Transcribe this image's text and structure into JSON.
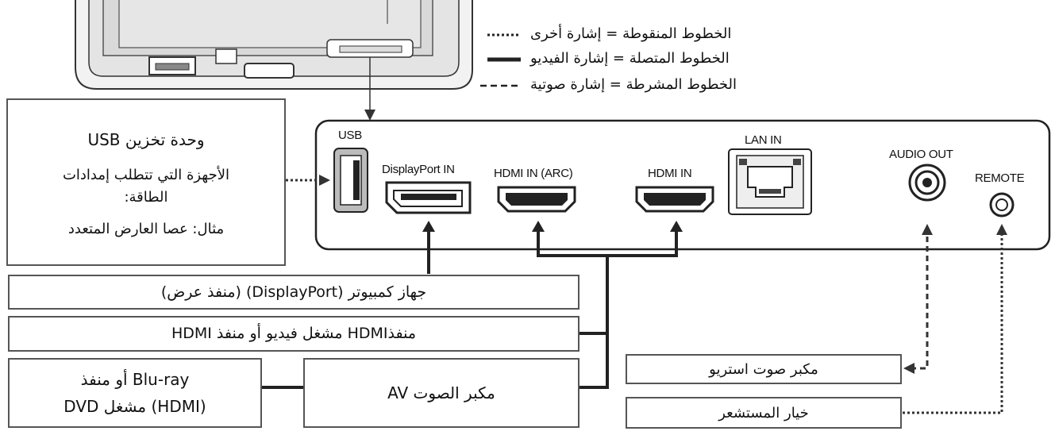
{
  "legend": {
    "dotted": "الخطوط المنقوطة = إشارة أخرى",
    "solid": "الخطوط المتصلة = إشارة الفيديو",
    "dashed": "الخطوط المشرطة = إشارة صوتية"
  },
  "ports": {
    "usb": "USB",
    "displayport": "DisplayPort IN",
    "hdmi_arc": "HDMI IN (ARC)",
    "hdmi": "HDMI IN",
    "lan": "LAN IN",
    "audio_out": "AUDIO OUT",
    "remote": "REMOTE"
  },
  "usb_box": {
    "title": "وحدة تخزين USB",
    "line2": "الأجهزة التي تتطلب إمدادات",
    "line3": "الطاقة:",
    "line4": "مثال: عصا العارض المتعدد"
  },
  "devices": {
    "computer": "جهاز كمبيوتر (DisplayPort) (منفذ عرض)",
    "hdmi_player": "منفذHDMI مشغل فيديو أو منفذ HDMI",
    "av_amp": "مكبر الصوت AV",
    "bluray_line1": "Blu-ray أو منفذ",
    "bluray_line2": "(HDMI) مشغل DVD",
    "stereo_amp": "مكبر صوت استريو",
    "sensor_option": "خيار المستشعر"
  }
}
